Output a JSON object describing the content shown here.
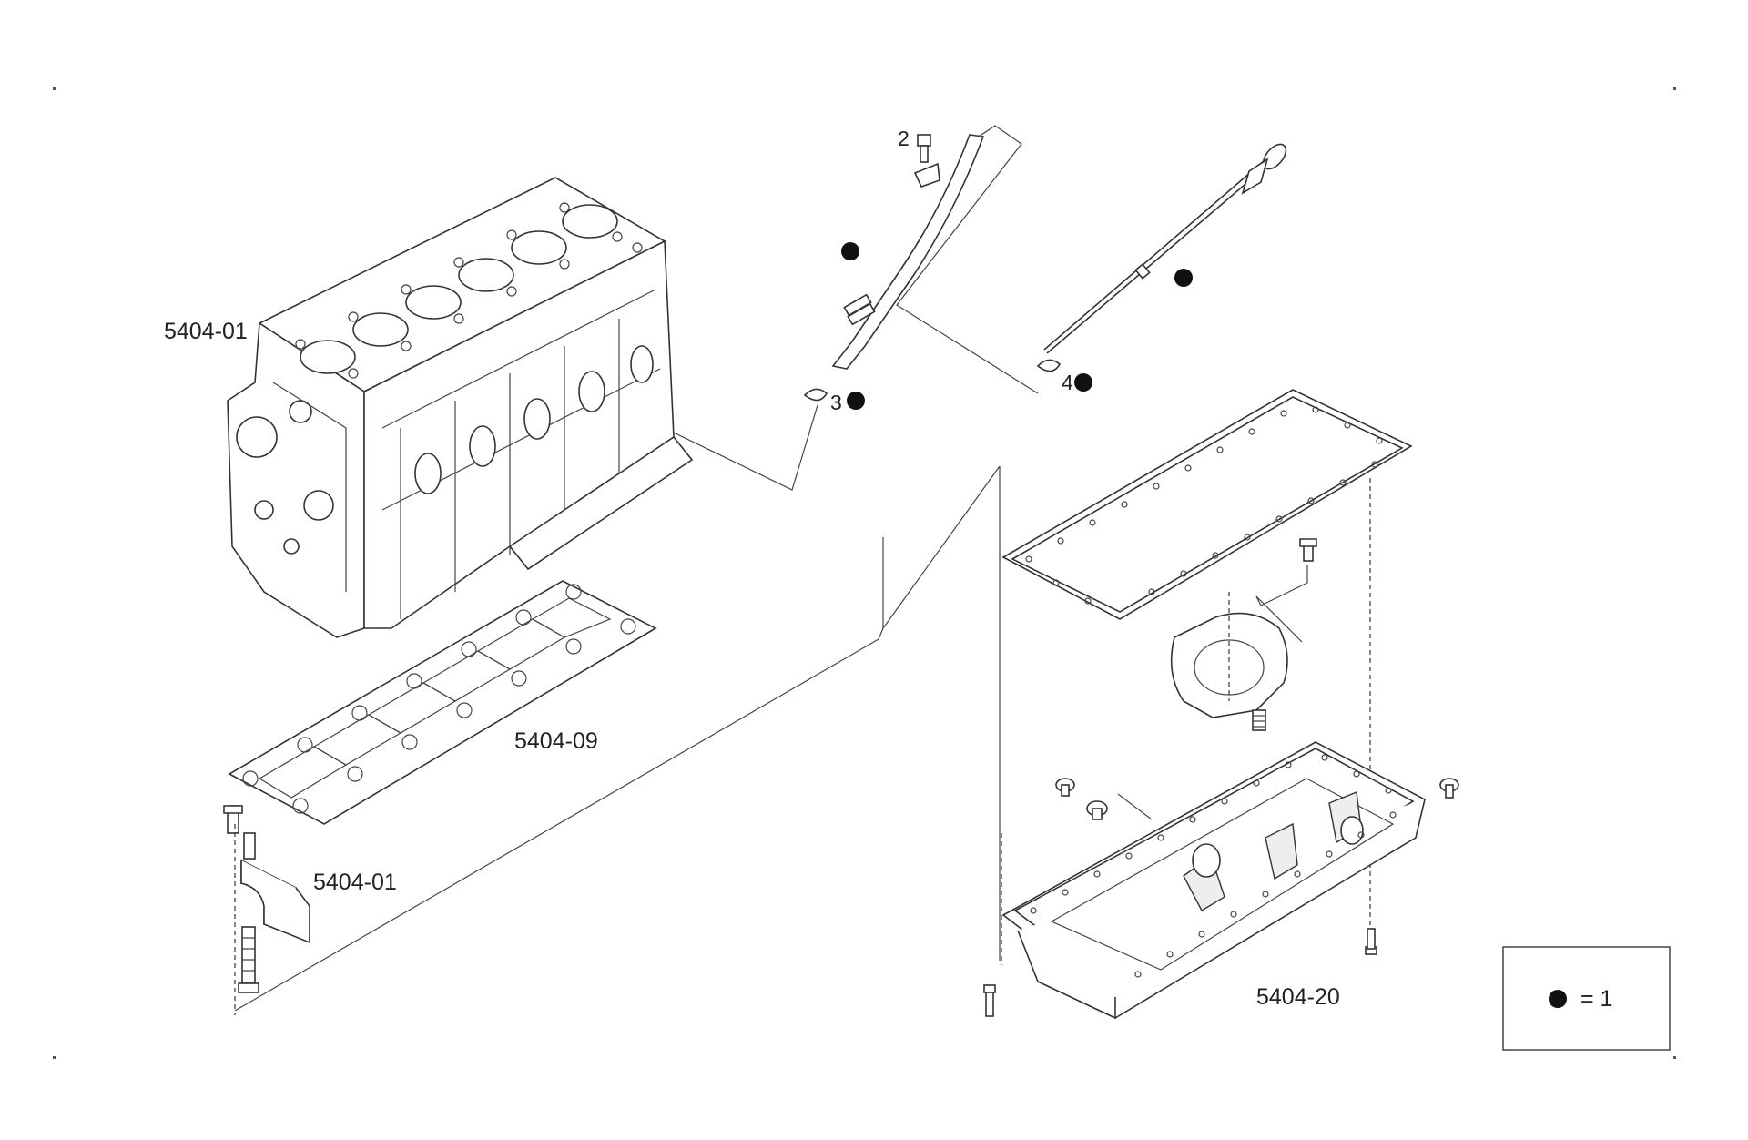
{
  "labels": {
    "block": "5404-01",
    "gasket": "5404-09",
    "cap": "5404-01",
    "oil_pan": "5404-20",
    "callout_2": "2",
    "callout_3": "3",
    "callout_4": "4"
  },
  "legend": {
    "equals_text": "= 1"
  },
  "colors": {
    "ink": "#333333",
    "marker": "#111111",
    "paper": "#ffffff"
  }
}
